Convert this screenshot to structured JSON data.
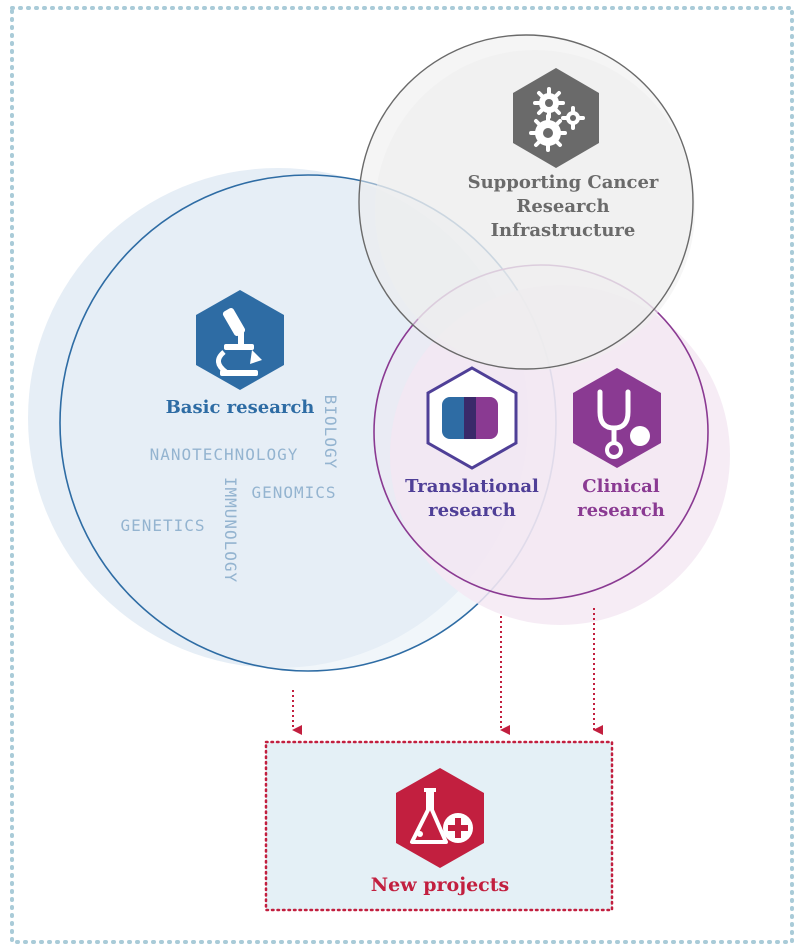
{
  "colors": {
    "frame_dots": "#a9cbd8",
    "basic_blue": "#2e6ca4",
    "basic_fill": "#e3ecf5",
    "clinical_purple": "#8a3a92",
    "translational_outline": "#4f3f97",
    "infra_gray": "#6a6a6a",
    "infra_fill": "#ededed",
    "new_projects_red": "#c21f3f",
    "keyword_blue": "#94b4d0",
    "new_projects_fill": "#e4f0f6"
  },
  "infrastructure": {
    "label_lines": [
      "Supporting Cancer",
      "Research",
      "Infrastructure"
    ],
    "icon": "gears-icon"
  },
  "basic_research": {
    "label": "Basic research",
    "icon": "microscope-icon",
    "keywords": {
      "biology": "BIOLOGY",
      "nanotechnology": "NANOTECHNOLOGY",
      "genomics": "GENOMICS",
      "immunology": "IMMUNOLOGY",
      "genetics": "GENETICS"
    }
  },
  "translational_research": {
    "label_lines": [
      "Translational",
      "research"
    ],
    "icon": "overlap-icon"
  },
  "clinical_research": {
    "label_lines": [
      "Clinical",
      "research"
    ],
    "icon": "stethoscope-icon"
  },
  "new_projects": {
    "label": "New projects",
    "icon": "flask-plus-icon"
  }
}
